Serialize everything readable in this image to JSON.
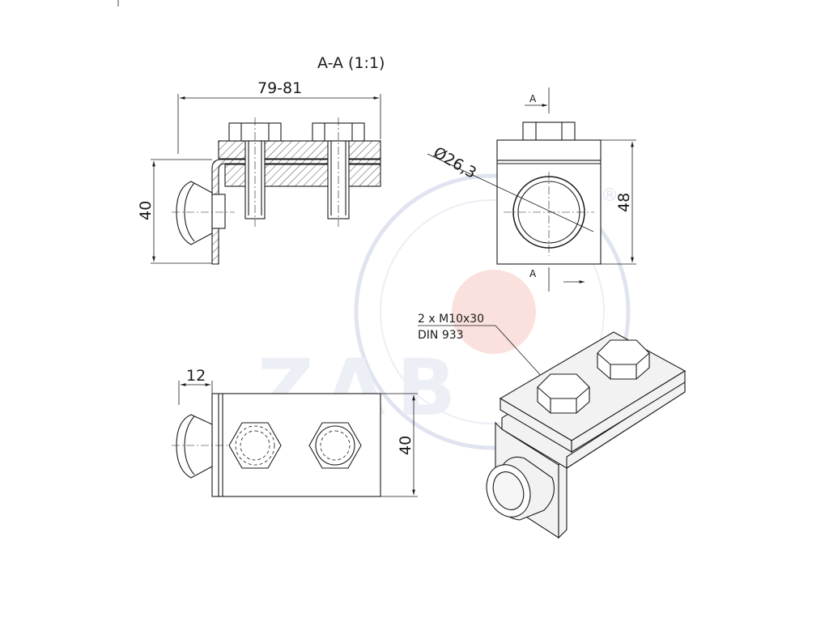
{
  "section_title": "A-A (1:1)",
  "dimensions": {
    "overall_length": "79-81",
    "section_height": "40",
    "diameter": "Ø26,3",
    "front_height": "48",
    "bottom_width": "12",
    "bottom_height": "40"
  },
  "section_markers": {
    "top": "A",
    "bottom": "A"
  },
  "callout": {
    "line1": "2 x M10x30",
    "line2": "DIN 933"
  },
  "watermark": {
    "text": "ZAB",
    "symbol": "®"
  },
  "colors": {
    "line": "#1a1a1a",
    "watermark_blue": "#c8cee4",
    "watermark_red": "#f7c9c2"
  }
}
